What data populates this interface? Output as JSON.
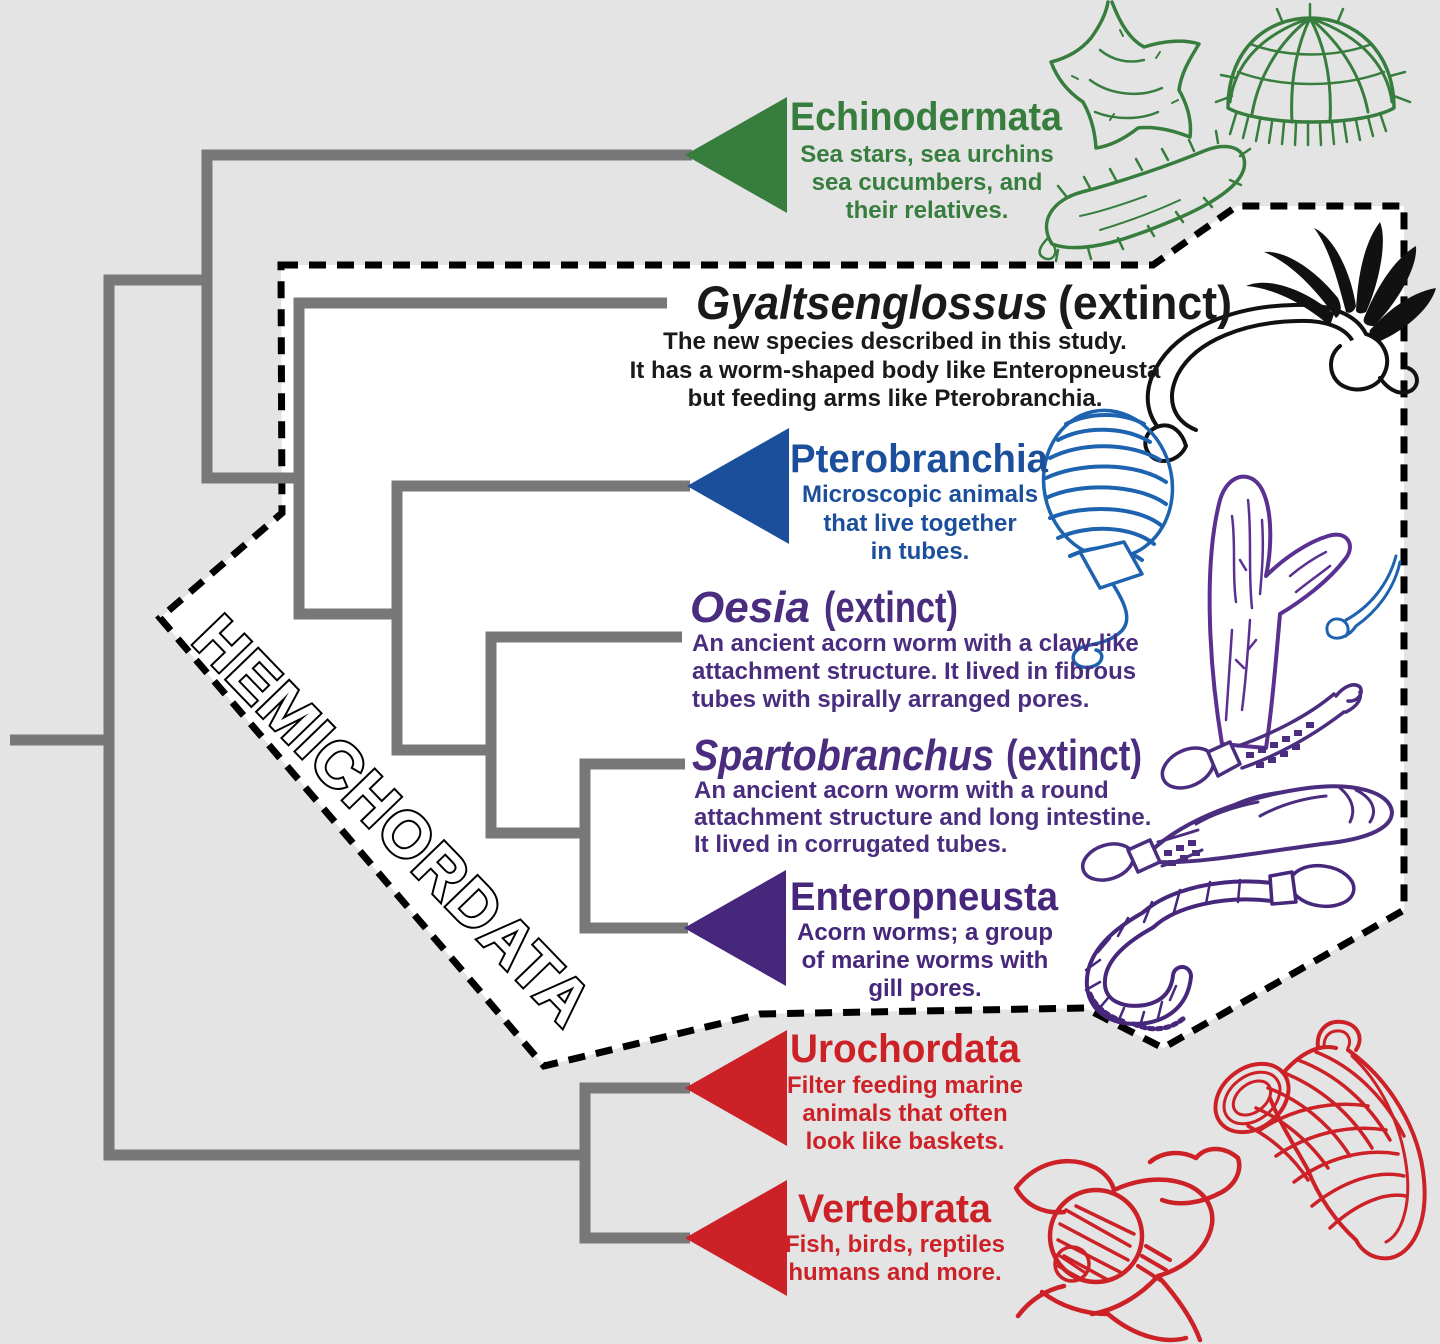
{
  "diagram_title": "Deuterostome phylogenetic tree highlighting Hemichordata",
  "hemichordata_region": {
    "label": "HEMICHORDATA",
    "style": "dashed-outline"
  },
  "colors": {
    "background": "#e4e4e4",
    "panel": "#ffffff",
    "tree_line": "#787878",
    "dashed_border": "#000000",
    "green": "#377d3e",
    "blue": "#1b4f9b",
    "purple": "#4a2d7f",
    "dark_violet": "#46277b",
    "red": "#cc2127",
    "black": "#1a1a1a"
  },
  "clades": [
    {
      "id": "echinodermata",
      "name": "Echinodermata",
      "color": "#377d3e",
      "desc": [
        "Sea stars, sea urchins",
        "sea cucumbers, and",
        "their relatives."
      ]
    },
    {
      "id": "gyaltsenglossus",
      "genus": "Gyaltsenglossus",
      "status": "(extinct)",
      "color": "#1a1a1a",
      "desc": [
        "The new species described in this study.",
        "It has a worm-shaped body like Enteropneusta",
        "but feeding arms like Pterobranchia."
      ]
    },
    {
      "id": "pterobranchia",
      "name": "Pterobranchia",
      "color": "#1b4f9b",
      "desc": [
        "Microscopic animals",
        "that live together",
        "in tubes."
      ]
    },
    {
      "id": "oesia",
      "genus": "Oesia",
      "status": "(extinct)",
      "color": "#4a2d7f",
      "desc": [
        "An ancient acorn worm with a claw-like",
        "attachment structure. It lived in fibrous",
        "tubes with spirally arranged pores."
      ]
    },
    {
      "id": "spartobranchus",
      "genus": "Spartobranchus",
      "status": "(extinct)",
      "color": "#4a2d7f",
      "desc": [
        "An ancient acorn worm with a round",
        "attachment structure and long intestine.",
        "It lived in corrugated tubes."
      ]
    },
    {
      "id": "enteropneusta",
      "name": "Enteropneusta",
      "color": "#46277b",
      "desc": [
        "Acorn worms; a group",
        "of marine worms with",
        "gill pores."
      ]
    },
    {
      "id": "urochordata",
      "name": "Urochordata",
      "color": "#cc2127",
      "desc": [
        "Filter feeding marine",
        "animals that often",
        "look like baskets."
      ]
    },
    {
      "id": "vertebrata",
      "name": "Vertebrata",
      "color": "#cc2127",
      "desc": [
        "Fish, birds, reptiles",
        "humans and more."
      ]
    }
  ],
  "icons": [
    {
      "name": "sea-star-icon",
      "color": "#377d3e"
    },
    {
      "name": "sea-urchin-icon",
      "color": "#377d3e"
    },
    {
      "name": "sea-cucumber-icon",
      "color": "#377d3e"
    },
    {
      "name": "gyaltsenglossus-fossil-icon",
      "color": "#111111"
    },
    {
      "name": "pterobranch-zooid-icon",
      "color": "#1e63b0"
    },
    {
      "name": "oesia-tube-icon",
      "color": "#5a3191"
    },
    {
      "name": "oesia-worm-icon",
      "color": "#4a2d7f"
    },
    {
      "name": "spartobranchus-worm-icon",
      "color": "#4a2d7f"
    },
    {
      "name": "enteropneusta-worm-icon",
      "color": "#46277b"
    },
    {
      "name": "tunicate-icon",
      "color": "#cc2127"
    },
    {
      "name": "fish-larva-icon",
      "color": "#cc2127"
    }
  ]
}
